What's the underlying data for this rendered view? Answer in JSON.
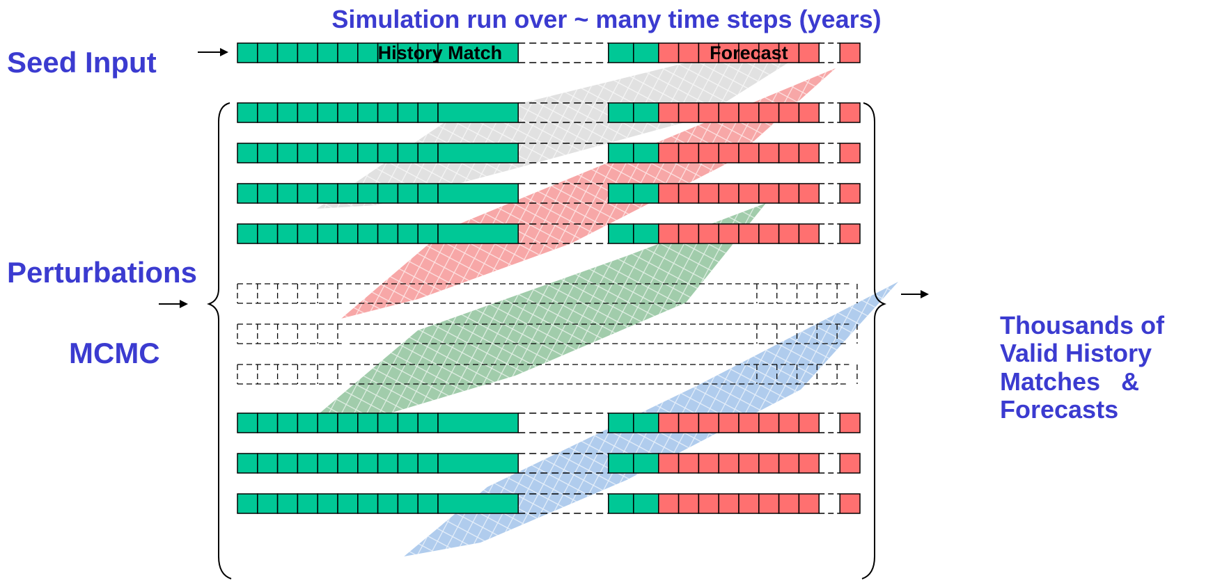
{
  "title": "Simulation run over ~ many time steps (years)",
  "labels": {
    "seed_input": "Seed Input",
    "perturbations": "Perturbations",
    "mcmc": "MCMC",
    "output": "Thousands of\nValid History\nMatches   &\nForecasts"
  },
  "seed_row": {
    "history_label": "History Match",
    "forecast_label": "Forecast"
  },
  "rows": [
    "filled",
    "filled",
    "filled",
    "filled",
    "dashed",
    "dashed",
    "dashed",
    "filled",
    "filled",
    "filled"
  ],
  "colors": {
    "text_blue": "#3b3bd0",
    "history_green": "#00c896",
    "forecast_red": "#ff7070",
    "band_gray": "#bdbdbd",
    "band_red": "#ee3c3c",
    "band_green": "#2f8f45",
    "band_blue": "#4f8fd8"
  }
}
